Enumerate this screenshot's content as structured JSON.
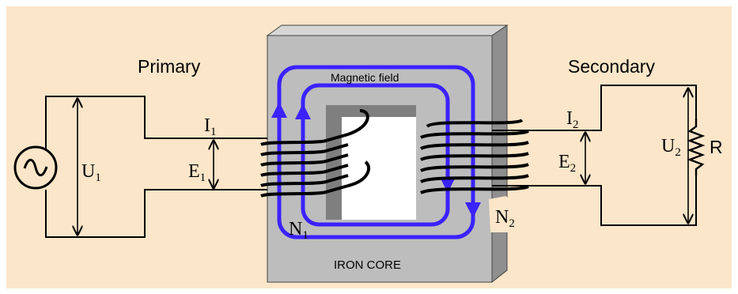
{
  "colors": {
    "background": "#fbe6c9",
    "core_front": "#bdbdbd",
    "core_top": "#d6d6d6",
    "core_side": "#8f8f8f",
    "window": "#7f7f7f",
    "flux": "#3b22ff",
    "wire": "#000000"
  },
  "icons": {
    "source": "ac-source-icon",
    "load": "resistor-icon"
  },
  "labels": {
    "primary": "Primary",
    "secondary": "Secondary",
    "magnetic_field": "Magnetic field",
    "iron_core": "IRON CORE",
    "resistor": "R"
  },
  "symbols": {
    "U1": {
      "base": "U",
      "sub": "1"
    },
    "I1": {
      "base": "I",
      "sub": "1"
    },
    "E1": {
      "base": "E",
      "sub": "1"
    },
    "N1": {
      "base": "N",
      "sub": "1"
    },
    "I2": {
      "base": "I",
      "sub": "2"
    },
    "E2": {
      "base": "E",
      "sub": "2"
    },
    "U2": {
      "base": "U",
      "sub": "2"
    },
    "N2": {
      "base": "N",
      "sub": "2"
    }
  }
}
